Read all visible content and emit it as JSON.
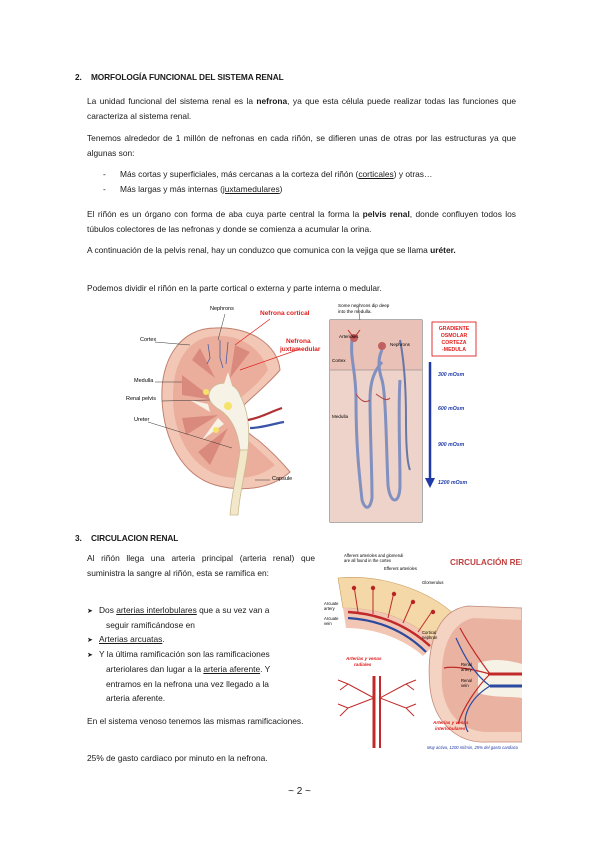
{
  "section2": {
    "number": "2.",
    "title": "MORFOLOGÍA FUNCIONAL DEL SISTEMA RENAL",
    "p1_a": "La unidad funcional del sistema renal es la ",
    "p1_b": "nefrona",
    "p1_c": ", ya que esta célula puede realizar todas las funciones que caracteriza al sistema renal.",
    "p2": "Tenemos alrededor de 1 millón de nefronas en cada riñón, se difieren unas de otras por las estructuras ya que algunas son:",
    "bullet1_a": "Más cortas y superficiales, más cercanas a la corteza del riñón (",
    "bullet1_b": "corticales",
    "bullet1_c": ")  y otras…",
    "bullet2_a": "Más largas y más internas (",
    "bullet2_b": "juxtamedulares",
    "bullet2_c": ")",
    "p3_a": "El riñón es un órgano con forma de aba cuya parte central la forma la ",
    "p3_b": "pelvis renal",
    "p3_c": ", donde confluyen todos los túbulos colectores de las nefronas y donde se comienza a acumular la orina.",
    "p4_a": "A continuación de la pelvis renal, hay un conduzco que comunica con la vejiga que se llama ",
    "p4_b": "uréter.",
    "p5": "Podemos dividir el riñón en la parte cortical o externa y parte interna o medular."
  },
  "figure1": {
    "kidney_labels": {
      "nephrons": "Nephrons",
      "cortex": "Cortex",
      "medulla": "Medulla",
      "renal_pelvis": "Renal pelvis",
      "ureter": "Ureter",
      "capsule": "Capsule",
      "nefrona_cortical": "Nefrona cortical",
      "nefrona_juxta_1": "Nefrona",
      "nefrona_juxta_2": "juxtamedular"
    },
    "nephron_labels": {
      "dip_1": "Some nephrons dip deep",
      "dip_2": "into the medulla.",
      "arterioles": "Arterioles",
      "nephrons": "Nephrons",
      "cortex": "Cortex",
      "medulla": "Medulla"
    },
    "gradient_box": [
      "GRADIENTE",
      "OSMOLAR",
      "CORTEZA",
      "-MEDULA"
    ],
    "osm_values": [
      "300 mOsm",
      "600 mOsm",
      "900 mOsm",
      "1200 mOsm"
    ]
  },
  "section3": {
    "number": "3.",
    "title": "CIRCULACION RENAL",
    "p1": "Al riñón llega una arteria principal (arteria renal) que suministra la sangre al riñón, esta se ramifica en:",
    "b1_a": "Dos ",
    "b1_b": "arterias interlobulares",
    "b1_c": " que a su vez van a",
    "b1_d": "seguir ramificándose en",
    "b2": "Arterias arcuatas",
    "b2_end": ".",
    "b3_a": "Y la última ramificación son las ramificaciones",
    "b3_b": "arteriolares dan lugar a la ",
    "b3_c": "arteria aferente",
    "b3_d": ". Y",
    "b3_e": "entramos en la nefrona una vez llegado a la",
    "b3_f": "arteria aferente.",
    "p2": "En el sistema venoso tenemos las mismas ramificaciones.",
    "p3": "25%  de gasto cardiaco por minuto en la nefrona."
  },
  "figure2": {
    "title": "CIRCULACIÓN RENAL",
    "afferent_1": "Afferent arterioles and glomeruli",
    "afferent_2": "are all found in the cortex",
    "efferent": "Efferent arterioles",
    "glomerulus": "Glomerulus",
    "arcuate_artery_1": "Arcuate",
    "arcuate_artery_2": "artery",
    "arcuate_vein_1": "Arcuate",
    "arcuate_vein_2": "vein",
    "cortical_1": "Cortical",
    "cortical_2": "nephron",
    "radiales_1": "Arterias y venas",
    "radiales_2": "radiales",
    "renal_artery_1": "Renal",
    "renal_artery_2": "artery",
    "renal_vein_1": "Renal",
    "renal_vein_2": "vein",
    "interlob_1": "Arterias y venas",
    "interlob_2": "interlobulares",
    "caption": "Muy activa, 1200 ml/min, 25% del gasto cardiaco"
  },
  "footer": "~ 2 ~",
  "colors": {
    "red_label": "#e02020",
    "blue_label": "#2233aa",
    "arrow_blue": "#1f3aa8"
  }
}
